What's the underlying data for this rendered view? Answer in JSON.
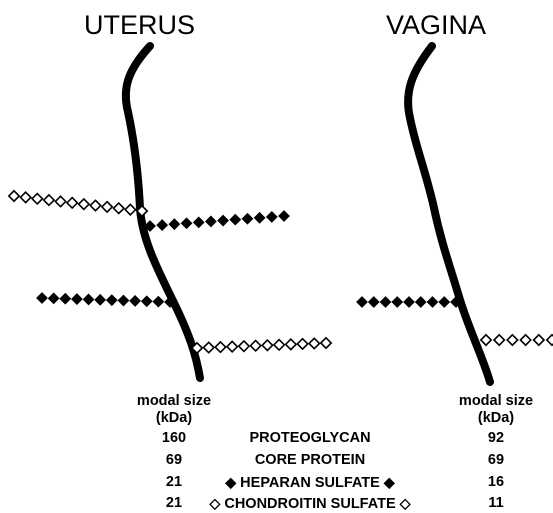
{
  "panels": {
    "left_title": "UTERUS",
    "right_title": "VAGINA"
  },
  "column_header": {
    "line1": "modal size",
    "line2": "(kDa)"
  },
  "rows": [
    {
      "label": "PROTEOGLYCAN",
      "uterus": "160",
      "vagina": "92",
      "marker": ""
    },
    {
      "label": "CORE PROTEIN",
      "uterus": "69",
      "vagina": "69",
      "marker": ""
    },
    {
      "label": "HEPARAN SULFATE",
      "uterus": "21",
      "vagina": "16",
      "marker": "filled"
    },
    {
      "label": "CHONDROITIN SULFATE",
      "uterus": "21",
      "vagina": "11",
      "marker": "open"
    }
  ],
  "glyphs": {
    "filled_diamond": "◆",
    "open_diamond": "◇"
  },
  "colors": {
    "ink": "#000000",
    "background": "#ffffff"
  }
}
